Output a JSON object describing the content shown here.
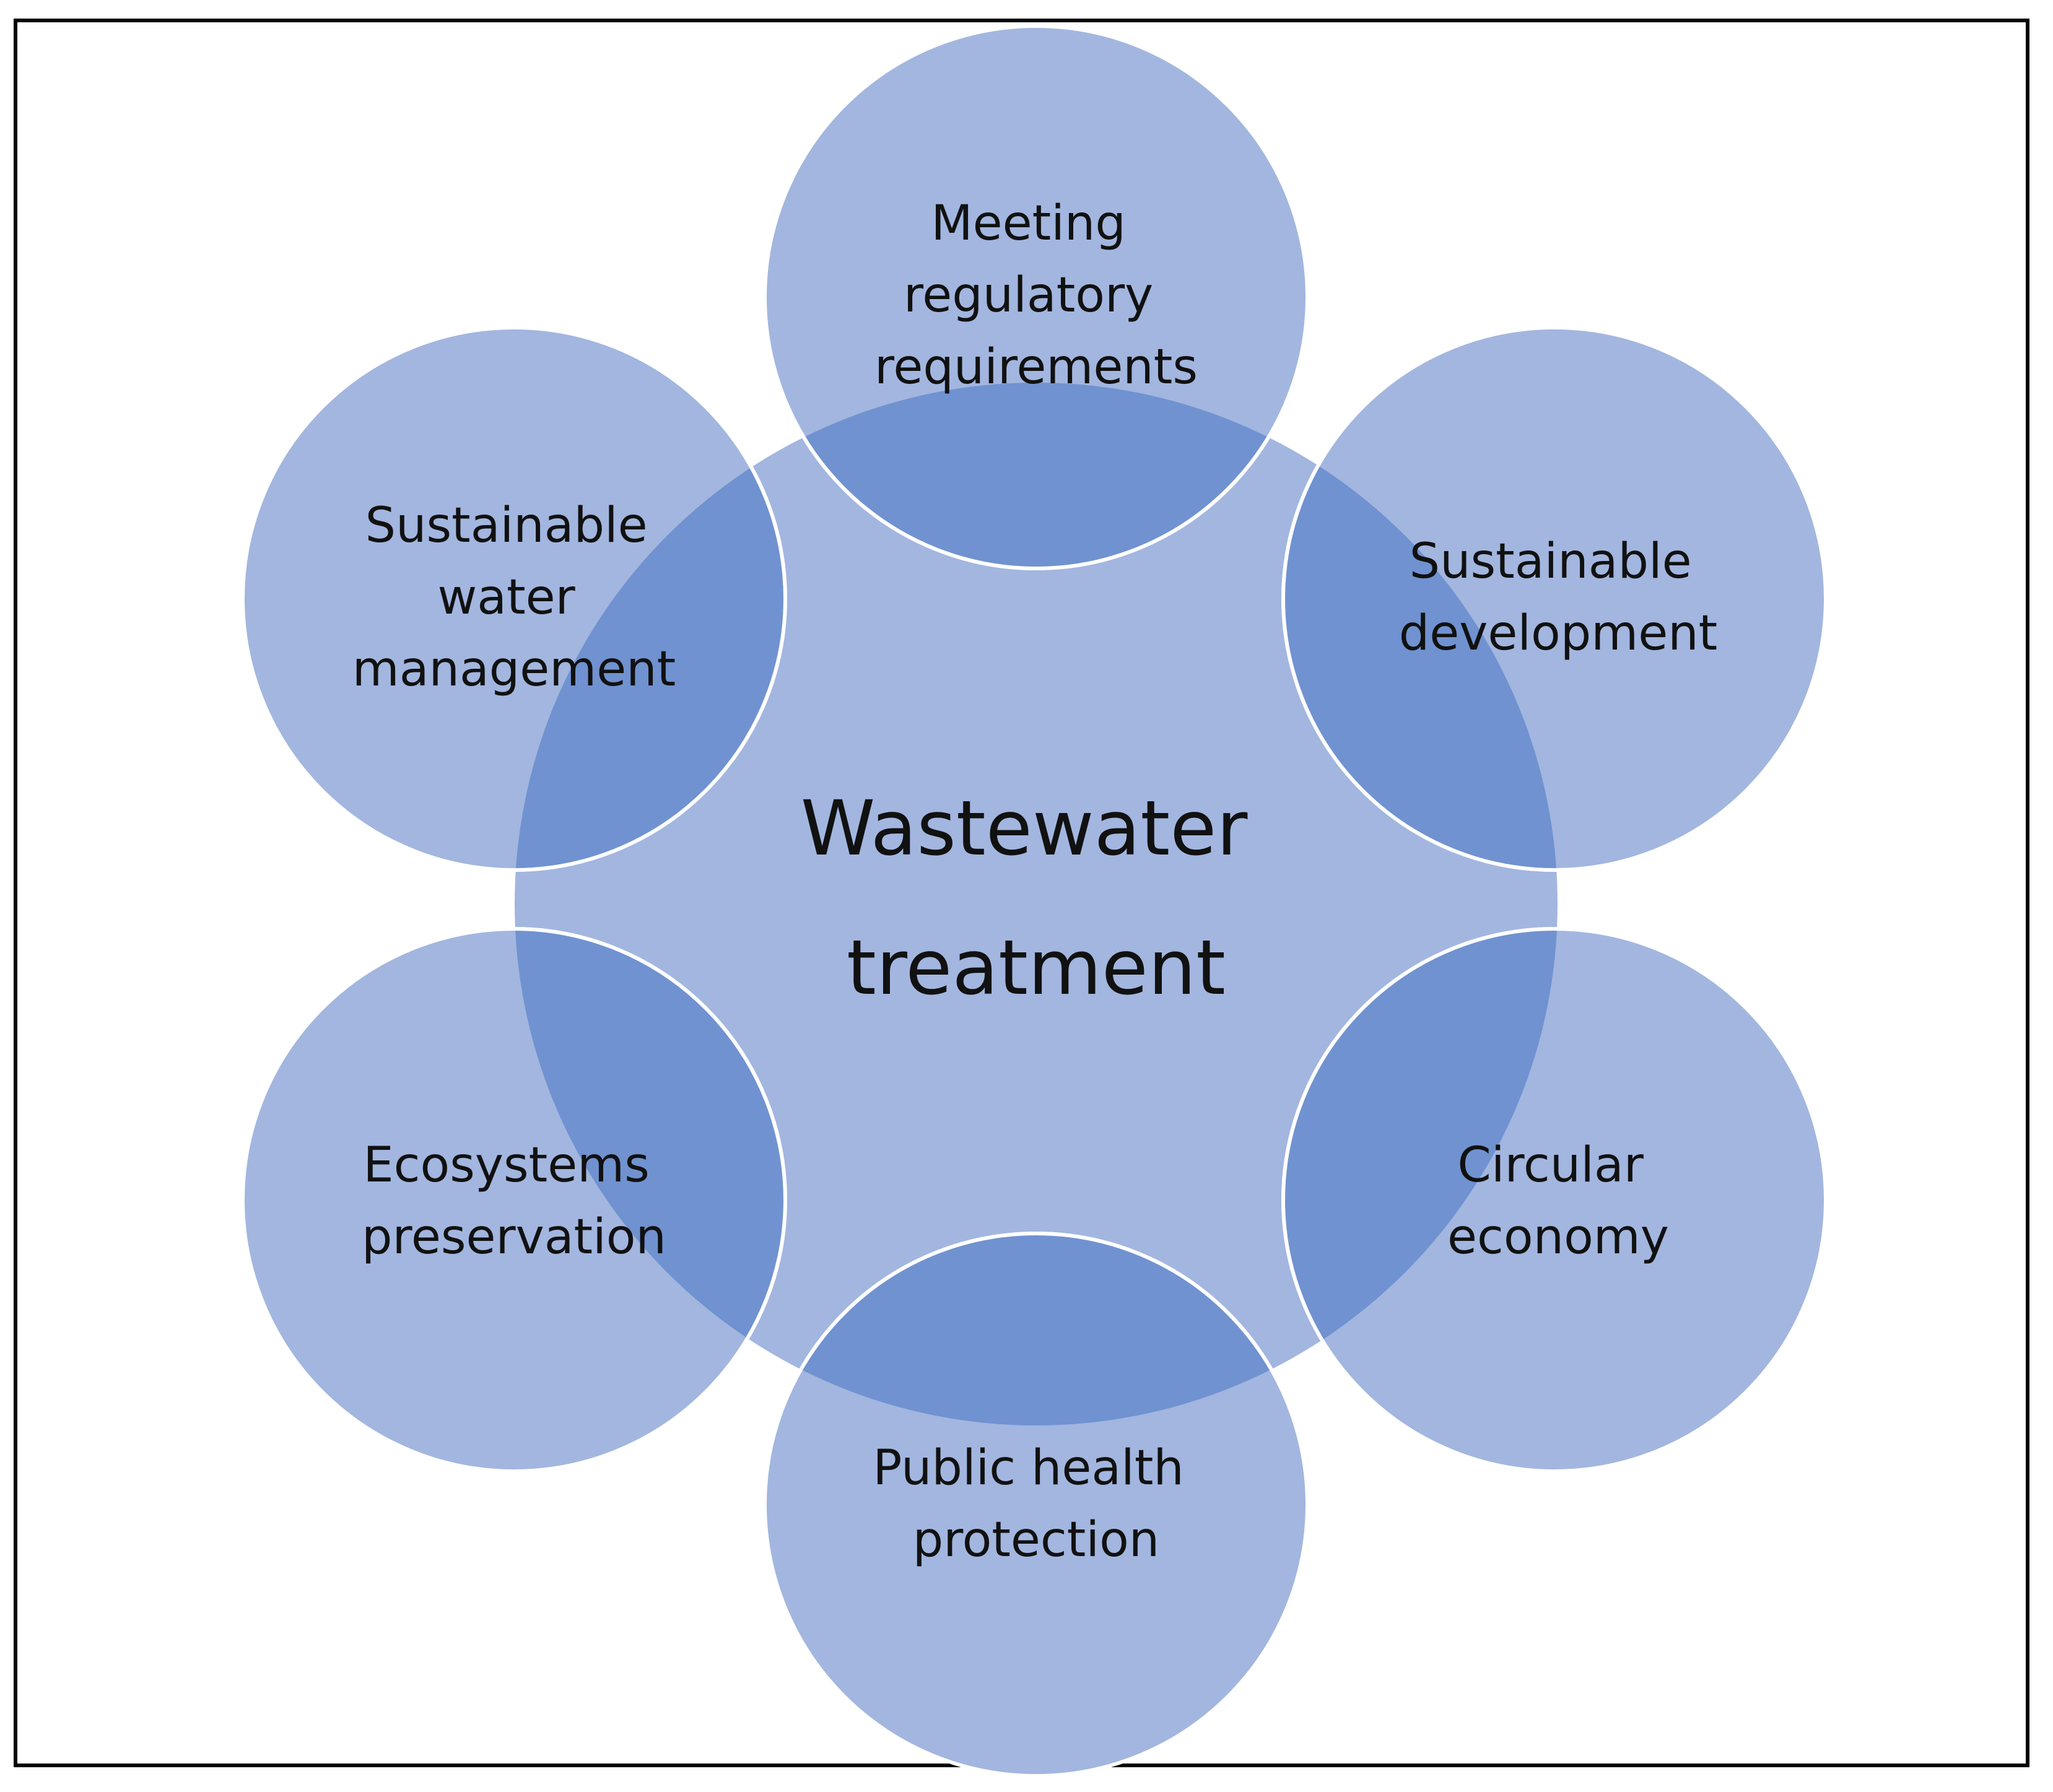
{
  "diagram": {
    "center": {
      "lines": [
        "Wastewater",
        "treatment"
      ]
    },
    "satellites": [
      {
        "id": "top",
        "lines": [
          "Meeting",
          "regulatory",
          "requirements"
        ]
      },
      {
        "id": "upper-right",
        "lines": [
          "Sustainable",
          "development"
        ]
      },
      {
        "id": "lower-right",
        "lines": [
          "Circular",
          "economy"
        ]
      },
      {
        "id": "bottom",
        "lines": [
          "Public health",
          "protection"
        ]
      },
      {
        "id": "lower-left",
        "lines": [
          "Ecosystems",
          "preservation"
        ]
      },
      {
        "id": "upper-left",
        "lines": [
          "Sustainable",
          "water",
          "management"
        ]
      }
    ],
    "colors": {
      "circle_fill": "#a2b6df",
      "overlap_fill": "#7092d0",
      "circle_stroke": "#ffffff",
      "frame": "#000000",
      "text": "#111111"
    }
  }
}
